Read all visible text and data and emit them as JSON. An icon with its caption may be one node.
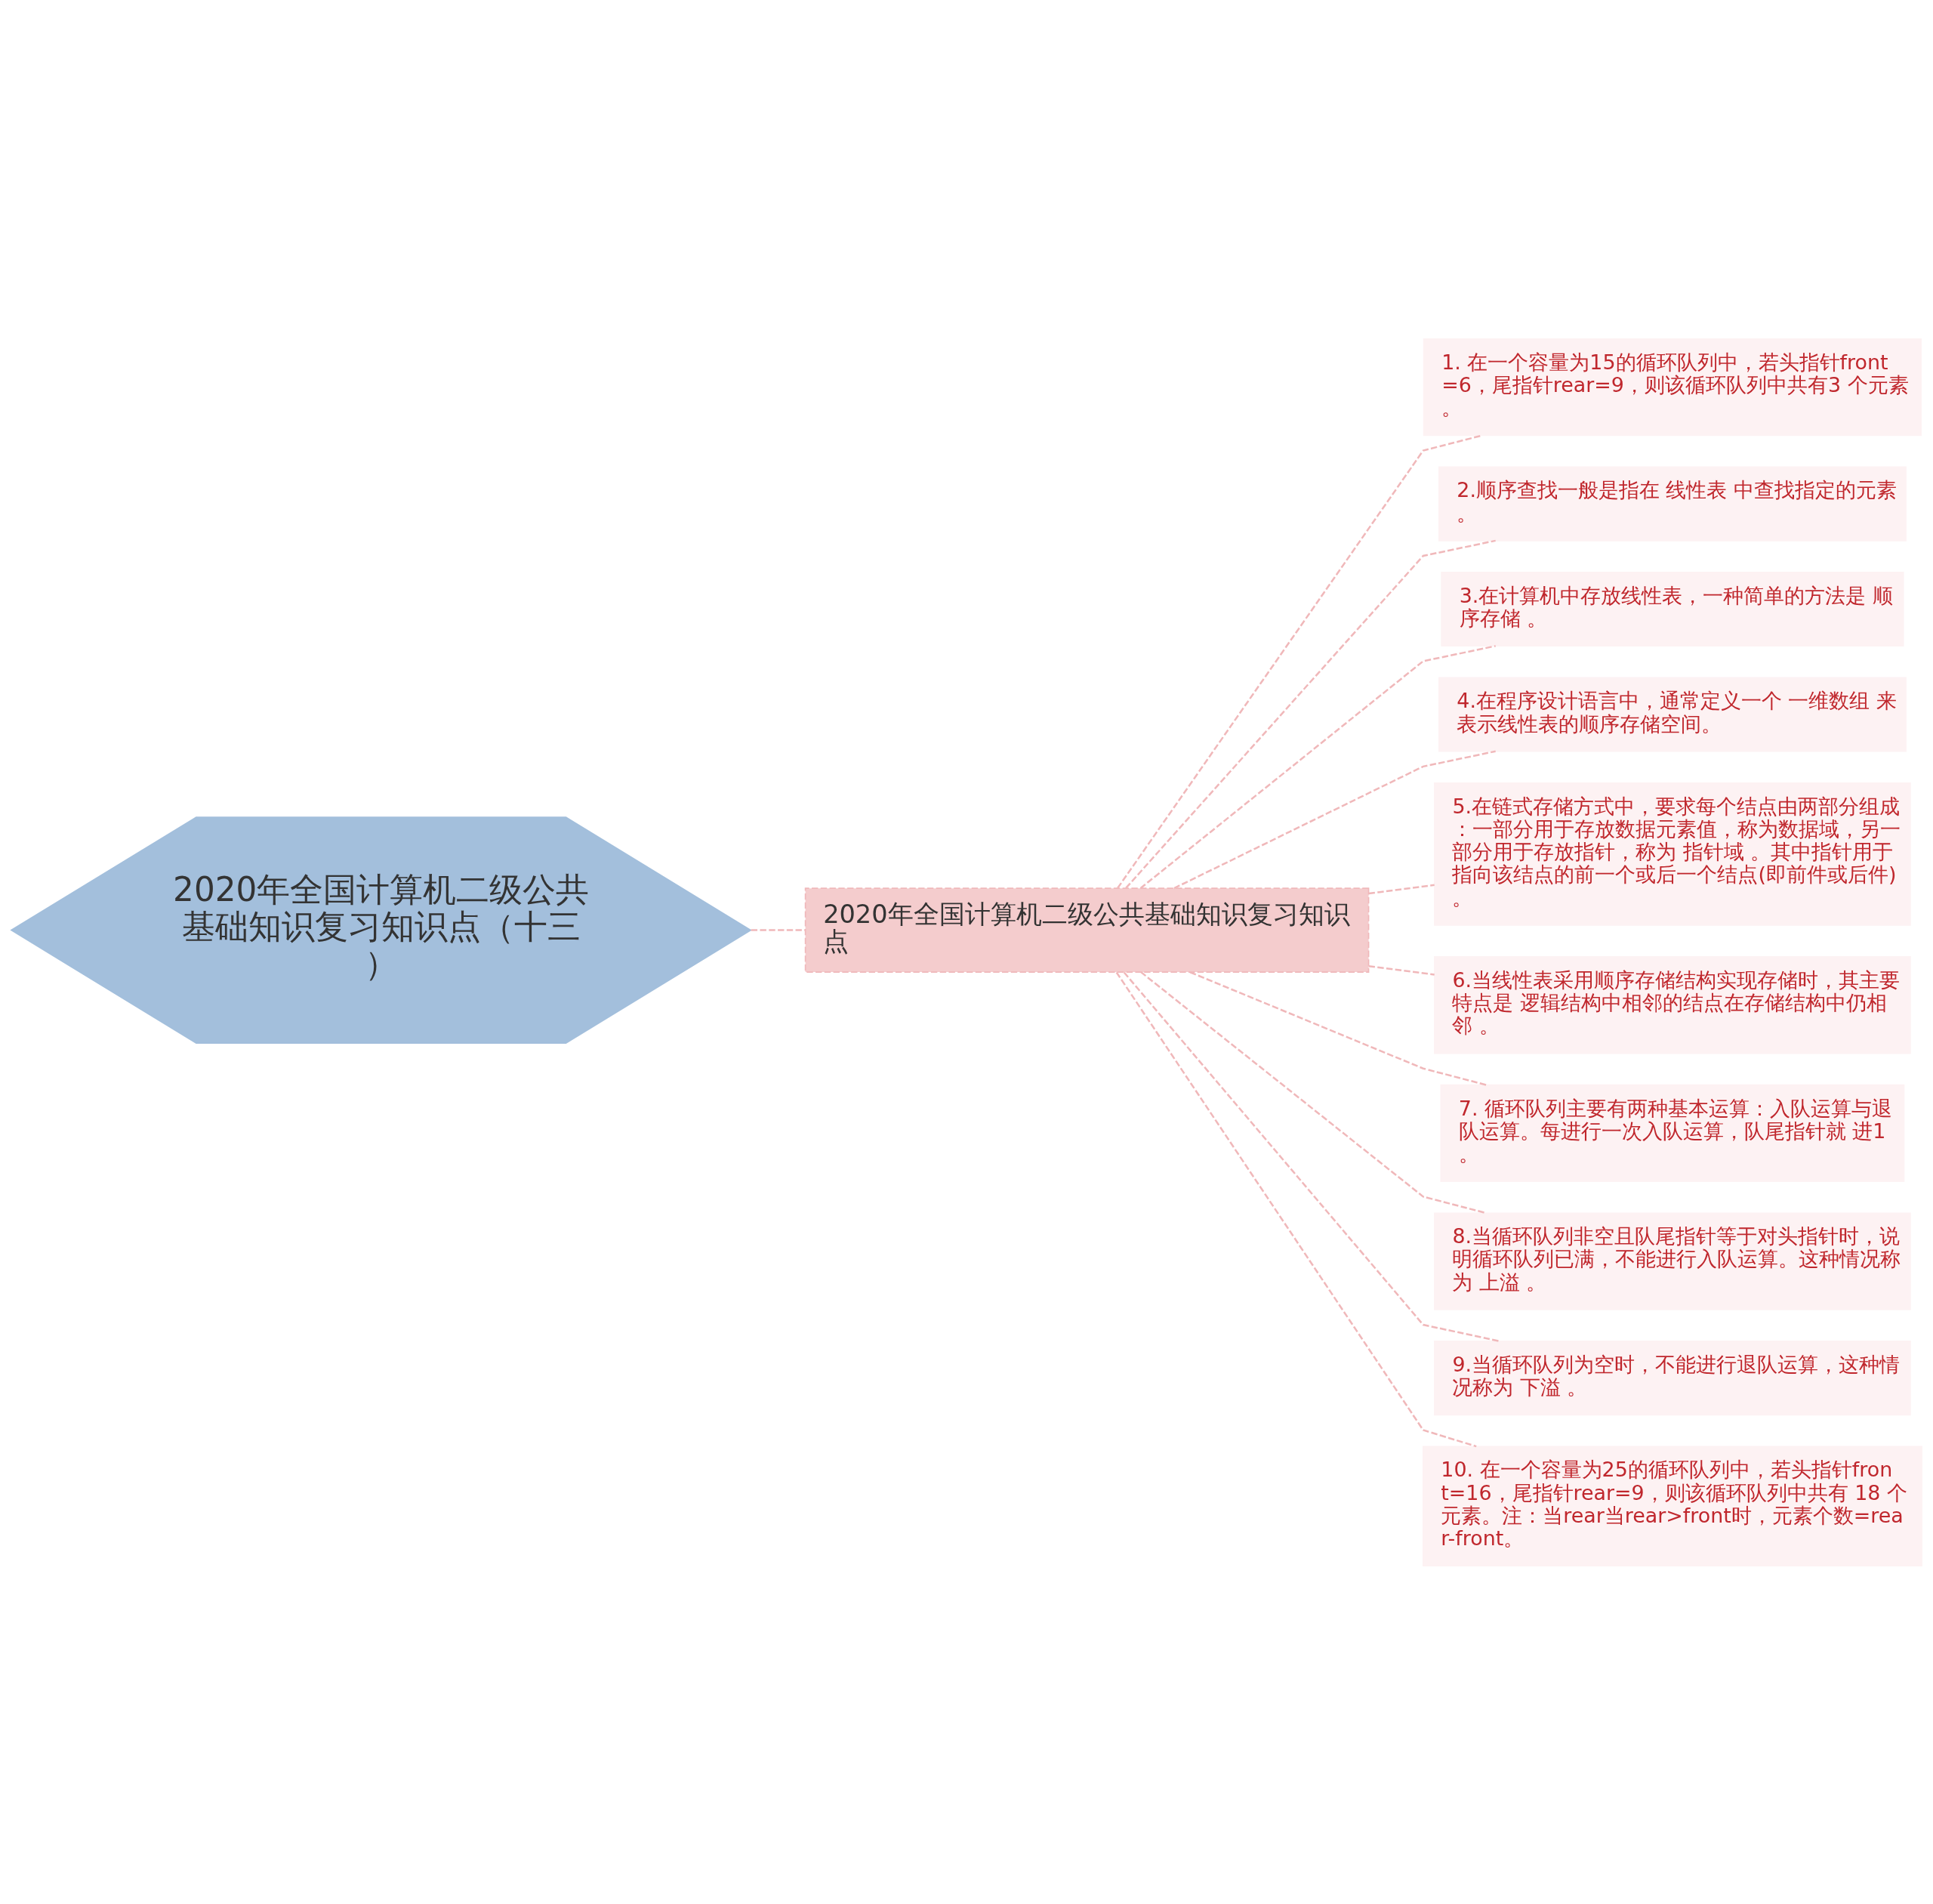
{
  "diagram": {
    "nodes": [
      {
        "text": [
          "2020年全国计算机二级公共基础知识复习知识点（十三）"
        ]
      },
      {
        "text": [
          "2020年全国计算机二级公共基础知识复习知识点"
        ]
      },
      {
        "text": [
          "1. 在一个容量为15的循环队列中，若头指针front=6，尾指针rear=9，则该循环队列中共有3 个元素。"
        ]
      },
      {
        "text": [
          "2.顺序查找一般是指在 线性表 中查找指定的元素。"
        ]
      },
      {
        "text": [
          "3.在计算机中存放线性表，一种简单的方法是 顺序存储 。"
        ]
      },
      {
        "text": [
          "4.在程序设计语言中，通常定义一个 一维数组 来表示线性表的顺序存储空间。"
        ]
      },
      {
        "text": [
          "5.在链式存储方式中，要求每个结点由两部分组成：一部分用于存放数据元素值，称为数据域，另一部分用于存放指针，称为 指针域 。其中指针用于指向该结点的前一个或后一个结点(即前件或后件)。"
        ]
      },
      {
        "text": [
          "6.当线性表采用顺序存储结构实现存储时，其主要特点是 逻辑结构中相邻的结点在存储结构中仍相邻 。"
        ]
      },
      {
        "text": [
          "7. 循环队列主要有两种基本运算：入队运算与退队运算。每进行一次入队运算，队尾指针就 进1 。"
        ]
      },
      {
        "text": [
          "8.当循环队列非空且队尾指针等于对头指针时，说明循环队列已满，不能进行入队运算。这种情况称为 上溢 。"
        ]
      },
      {
        "text": [
          "9.当循环队列为空时，不能进行退队运算，这种情况称为 下溢 。"
        ]
      },
      {
        "text": [
          "10. 在一个容量为25的循环队列中，若头指针front=16，尾指针rear=9，则该循环队列中共有 18 个元素。注：当rear当rear>front时，元素个数=rear-front。"
        ]
      }
    ],
    "edges": [
      {
        "from": 0,
        "to": 1,
        "arrow": "none",
        "style": "dashed"
      },
      {
        "from": 1,
        "to": 2,
        "arrow": "none",
        "style": "dashed"
      },
      {
        "from": 1,
        "to": 3,
        "arrow": "none",
        "style": "dashed"
      },
      {
        "from": 1,
        "to": 4,
        "arrow": "none",
        "style": "dashed"
      },
      {
        "from": 1,
        "to": 5,
        "arrow": "none",
        "style": "dashed"
      },
      {
        "from": 1,
        "to": 6,
        "arrow": "none",
        "style": "dashed"
      },
      {
        "from": 1,
        "to": 7,
        "arrow": "none",
        "style": "dashed"
      },
      {
        "from": 1,
        "to": 8,
        "arrow": "none",
        "style": "dashed"
      },
      {
        "from": 1,
        "to": 9,
        "arrow": "none",
        "style": "dashed"
      },
      {
        "from": 1,
        "to": 10,
        "arrow": "none",
        "style": "dashed"
      },
      {
        "from": 1,
        "to": 11,
        "arrow": "none",
        "style": "dashed"
      }
    ]
  }
}
